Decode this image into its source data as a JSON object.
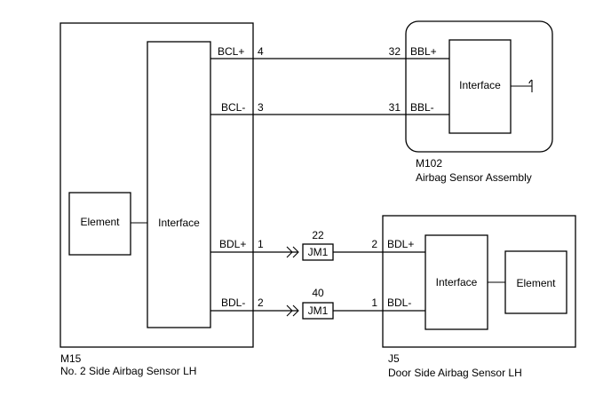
{
  "components": {
    "m15": {
      "code": "M15",
      "name": "No. 2 Side Airbag Sensor LH",
      "element_label": "Element",
      "interface_label": "Interface",
      "pins": [
        {
          "signal": "BCL+",
          "pin": "4"
        },
        {
          "signal": "BCL-",
          "pin": "3"
        },
        {
          "signal": "BDL+",
          "pin": "1"
        },
        {
          "signal": "BDL-",
          "pin": "2"
        }
      ]
    },
    "m102": {
      "code": "M102",
      "name": "Airbag Sensor Assembly",
      "interface_label": "Interface",
      "pins": [
        {
          "signal": "BBL+",
          "pin": "32"
        },
        {
          "signal": "BBL-",
          "pin": "31"
        }
      ]
    },
    "j5": {
      "code": "J5",
      "name": "Door Side Airbag Sensor LH",
      "interface_label": "Interface",
      "element_label": "Element",
      "pins": [
        {
          "signal": "BDL+",
          "pin": "2"
        },
        {
          "signal": "BDL-",
          "pin": "1"
        }
      ]
    }
  },
  "junctions": [
    {
      "label": "JM1",
      "pin": "22"
    },
    {
      "label": "JM1",
      "pin": "40"
    }
  ]
}
